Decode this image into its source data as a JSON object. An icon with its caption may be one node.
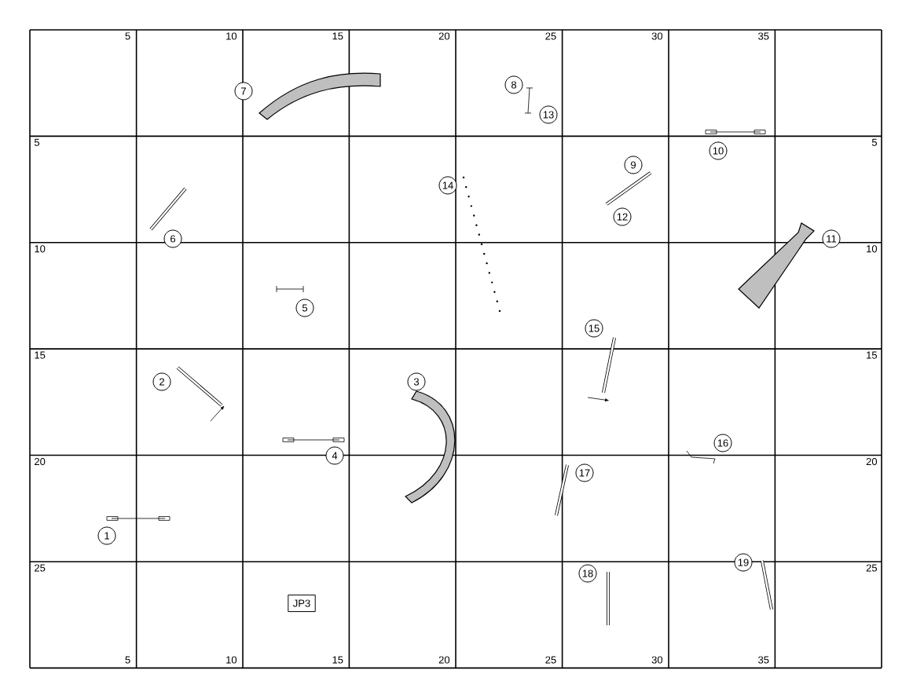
{
  "diagram": {
    "nodes": [
      {
        "text": [
          "JP3"
        ]
      }
    ],
    "labels": [
      "5",
      "10",
      "15",
      "20",
      "25",
      "30",
      "35",
      "5",
      "10",
      "15",
      "20",
      "25",
      "5",
      "10",
      "15",
      "20",
      "25",
      "5",
      "10",
      "15",
      "20",
      "25",
      "30",
      "35",
      "1",
      "2",
      "3",
      "4",
      "5",
      "6",
      "7",
      "8",
      "9",
      "10",
      "11",
      "12",
      "13",
      "14",
      "15",
      "16",
      "17",
      "18",
      "19"
    ]
  }
}
